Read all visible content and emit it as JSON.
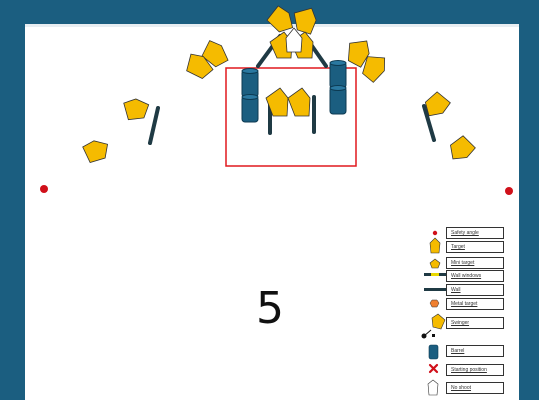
{
  "stage": {
    "number": "5"
  },
  "legend": {
    "items": [
      {
        "icon": "safety-angle-icon",
        "label": "Safety angle"
      },
      {
        "icon": "target-icon",
        "label": "Target"
      },
      {
        "icon": "mini-target-icon",
        "label": "Mini target"
      },
      {
        "icon": "wall-window-icon",
        "label": "Wall windows"
      },
      {
        "icon": "wall-icon",
        "label": "Wall"
      },
      {
        "icon": "metal-target-icon",
        "label": "Metal target"
      },
      {
        "icon": "swinger-icon",
        "label": "Swinger"
      },
      {
        "icon": "barrel-icon",
        "label": "Barrel"
      },
      {
        "icon": "starting-position-icon",
        "label": "Starting position"
      },
      {
        "icon": "no-shoot-icon",
        "label": "No shoot"
      }
    ]
  },
  "colors": {
    "frame": "#1b5e80",
    "field": "#ffffff",
    "target": "#f5bb00",
    "wall": "#1f3a44",
    "barrel": "#1b5e80",
    "start_box": "#e0191e",
    "safety": "#d0101a"
  }
}
